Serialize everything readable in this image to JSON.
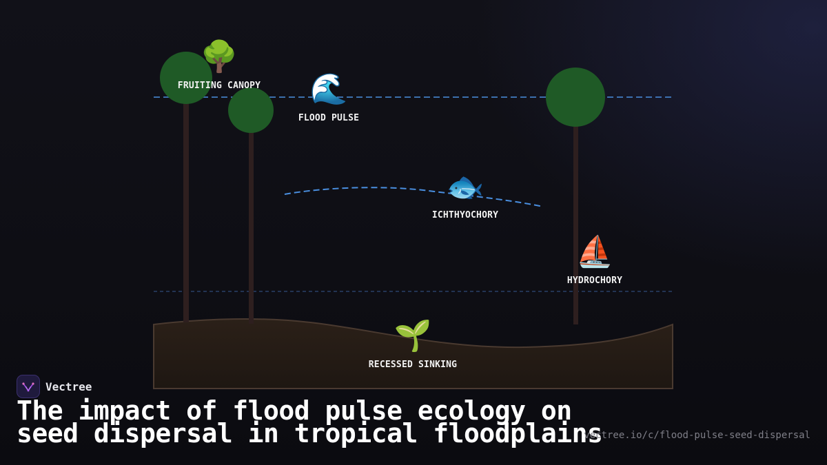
{
  "diagram": {
    "labels": {
      "fruiting_canopy": "FRUITING CANOPY",
      "flood_pulse": "FLOOD PULSE",
      "ichthyochory": "ICHTHYOCHORY",
      "hydrochory": "HYDROCHORY",
      "recessed_sinking": "RECESSED SINKING"
    },
    "icons": {
      "tree": "🌳",
      "wave": "🌊",
      "fish": "🐟",
      "sailboat": "⛵",
      "seedling": "🌱"
    }
  },
  "brand": {
    "name": "Vectree",
    "logo_icon": "vectree-logo-icon"
  },
  "title": "The impact of flood pulse ecology on seed dispersal in tropical floodplains",
  "url": "vectree.io/c/flood-pulse-seed-dispersal",
  "colors": {
    "background": "#0d0d12",
    "water_line": "#4a8fe0",
    "foliage": "#1f5a26",
    "trunk": "#2e1f1f",
    "ground": "#2b2018",
    "label": "#f2f2f2"
  }
}
